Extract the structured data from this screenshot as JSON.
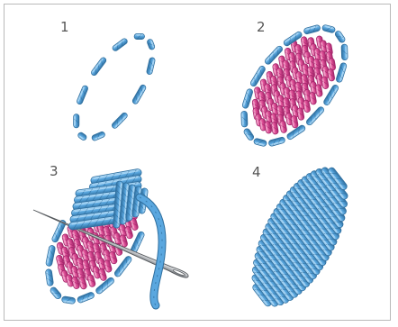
{
  "figure": {
    "steps": [
      {
        "number": "1",
        "description_icon": "outline-split-stitch-icon"
      },
      {
        "number": "2",
        "description_icon": "padding-stitches-icon"
      },
      {
        "number": "3",
        "description_icon": "satin-stitch-with-needle-icon"
      },
      {
        "number": "4",
        "description_icon": "finished-padded-satin-stitch-icon"
      }
    ],
    "colors": {
      "thread_blue": "#5aa7df",
      "thread_blue_dark": "#2f6f9f",
      "thread_blue_light": "#bfe3fb",
      "thread_pink": "#e3559b",
      "thread_pink_dark": "#a3246a",
      "thread_pink_light": "#f7b7d6",
      "needle": "#b9bcc0",
      "frame_border": "#b9b9b9"
    }
  }
}
